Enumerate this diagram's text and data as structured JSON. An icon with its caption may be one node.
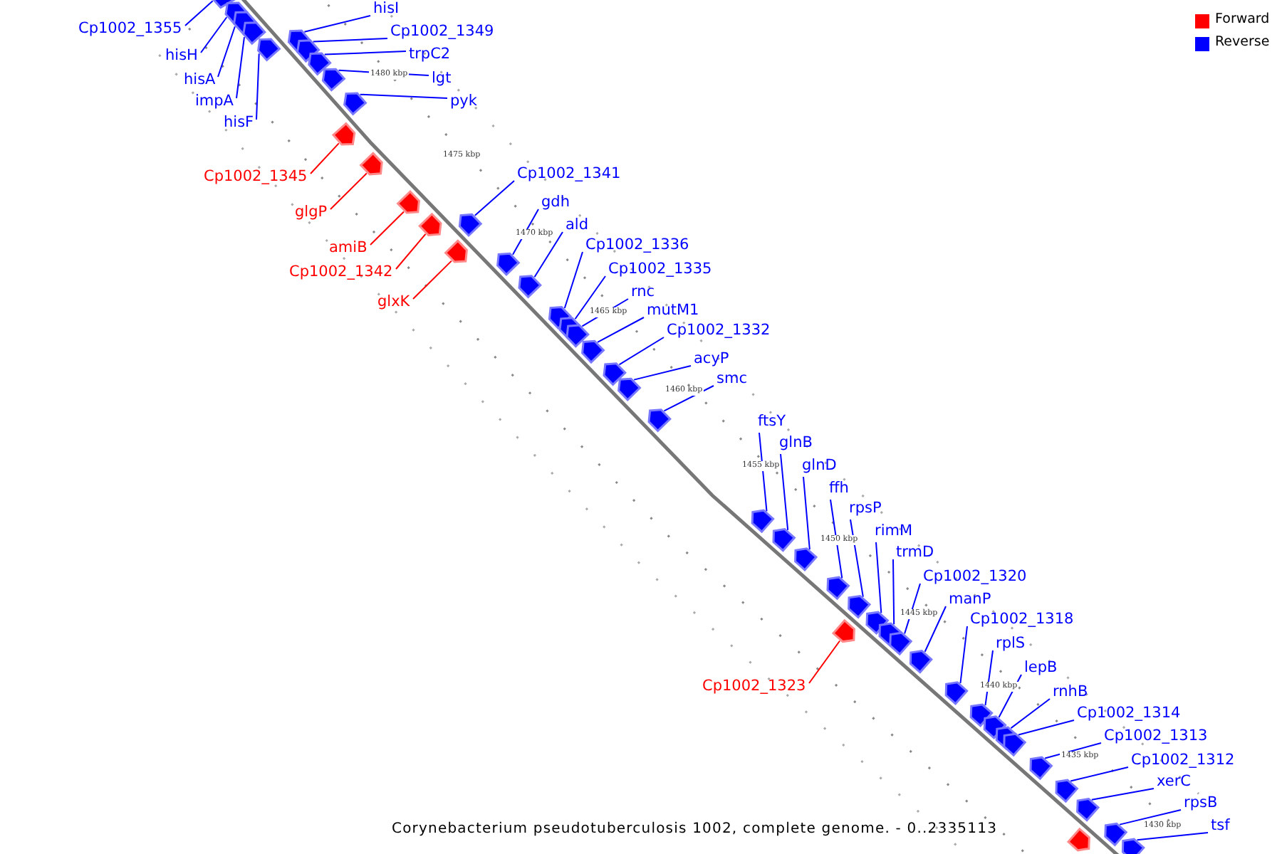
{
  "diagram": {
    "caption": "Corynebacterium pseudotuberculosis 1002, complete genome. - 0..2335113",
    "nodes": [
      {
        "text": [
          "Cp1002_1355"
        ]
      },
      {
        "text": [
          "hisI"
        ]
      },
      {
        "text": [
          "Cp1002_1349"
        ]
      },
      {
        "text": [
          "trpC2"
        ]
      },
      {
        "text": [
          "hisH"
        ]
      },
      {
        "text": [
          "lgt"
        ]
      },
      {
        "text": [
          "hisA"
        ]
      },
      {
        "text": [
          "impA"
        ]
      },
      {
        "text": [
          "pyk"
        ]
      },
      {
        "text": [
          "hisF"
        ]
      },
      {
        "text": [
          "Cp1002_1341"
        ]
      },
      {
        "text": [
          "Cp1002_1345"
        ]
      },
      {
        "text": [
          "gdh"
        ]
      },
      {
        "text": [
          "glgP"
        ]
      },
      {
        "text": [
          "ald"
        ]
      },
      {
        "text": [
          "Cp1002_1336"
        ]
      },
      {
        "text": [
          "amiB"
        ]
      },
      {
        "text": [
          "Cp1002_1335"
        ]
      },
      {
        "text": [
          "Cp1002_1342"
        ]
      },
      {
        "text": [
          "rnc"
        ]
      },
      {
        "text": [
          "glxK"
        ]
      },
      {
        "text": [
          "mutM1"
        ]
      },
      {
        "text": [
          "Cp1002_1332"
        ]
      },
      {
        "text": [
          "acyP"
        ]
      },
      {
        "text": [
          "smc"
        ]
      },
      {
        "text": [
          "ftsY"
        ]
      },
      {
        "text": [
          "glnB"
        ]
      },
      {
        "text": [
          "glnD"
        ]
      },
      {
        "text": [
          "ffh"
        ]
      },
      {
        "text": [
          "rpsP"
        ]
      },
      {
        "text": [
          "rimM"
        ]
      },
      {
        "text": [
          "trmD"
        ]
      },
      {
        "text": [
          "Cp1002_1320"
        ]
      },
      {
        "text": [
          "manP"
        ]
      },
      {
        "text": [
          "Cp1002_1318"
        ]
      },
      {
        "text": [
          "rplS"
        ]
      },
      {
        "text": [
          "lepB"
        ]
      },
      {
        "text": [
          "Cp1002_1323"
        ]
      },
      {
        "text": [
          "rnhB"
        ]
      },
      {
        "text": [
          "Cp1002_1314"
        ]
      },
      {
        "text": [
          "Cp1002_1313"
        ]
      },
      {
        "text": [
          "Cp1002_1312"
        ]
      },
      {
        "text": [
          "xerC"
        ]
      },
      {
        "text": [
          "rpsB"
        ]
      },
      {
        "text": [
          "tsf"
        ]
      },
      {
        "text": [],
        "shape": "pentagon"
      },
      {
        "text": [],
        "shape": "pentagon"
      },
      {
        "text": [],
        "shape": "pentagon"
      },
      {
        "text": [],
        "shape": "pentagon"
      },
      {
        "text": [],
        "shape": "pentagon"
      },
      {
        "text": [],
        "shape": "pentagon"
      },
      {
        "text": [],
        "shape": "pentagon"
      },
      {
        "text": [],
        "shape": "pentagon"
      },
      {
        "text": [],
        "shape": "pentagon"
      },
      {
        "text": [],
        "shape": "pentagon"
      },
      {
        "text": [],
        "shape": "pentagon"
      },
      {
        "text": [],
        "shape": "pentagon"
      },
      {
        "text": [],
        "shape": "pentagon"
      },
      {
        "text": [],
        "shape": "pentagon"
      },
      {
        "text": [],
        "shape": "pentagon"
      },
      {
        "text": [],
        "shape": "pentagon"
      },
      {
        "text": [],
        "shape": "pentagon"
      },
      {
        "text": [],
        "shape": "pentagon"
      },
      {
        "text": [],
        "shape": "pentagon"
      },
      {
        "text": [],
        "shape": "pentagon"
      },
      {
        "text": [],
        "shape": "pentagon"
      },
      {
        "text": [],
        "shape": "pentagon"
      },
      {
        "text": [],
        "shape": "pentagon"
      },
      {
        "text": [],
        "shape": "pentagon"
      },
      {
        "text": [],
        "shape": "pentagon"
      },
      {
        "text": [],
        "shape": "pentagon"
      },
      {
        "text": [],
        "shape": "pentagon"
      },
      {
        "text": [],
        "shape": "pentagon"
      },
      {
        "text": [],
        "shape": "pentagon"
      },
      {
        "text": [],
        "shape": "pentagon"
      },
      {
        "text": [],
        "shape": "pentagon"
      },
      {
        "text": [],
        "shape": "pentagon"
      },
      {
        "text": [],
        "shape": "pentagon"
      },
      {
        "text": [],
        "shape": "pentagon"
      },
      {
        "text": [],
        "shape": "pentagon"
      },
      {
        "text": [],
        "shape": "pentagon"
      },
      {
        "text": [],
        "shape": "pentagon"
      },
      {
        "text": [],
        "shape": "pentagon"
      },
      {
        "text": [],
        "shape": "pentagon"
      },
      {
        "text": [],
        "shape": "pentagon"
      },
      {
        "text": [],
        "shape": "pentagon"
      },
      {
        "text": [],
        "shape": "pentagon"
      },
      {
        "text": [],
        "shape": "pentagon"
      },
      {
        "text": [],
        "shape": "pentagon"
      },
      {
        "text": [],
        "shape": "pentagon"
      },
      {
        "text": [],
        "shape": "pentagon"
      }
    ],
    "edges": [
      {
        "from": 0,
        "to": 45,
        "arrow": "none"
      },
      {
        "from": 1,
        "to": 46,
        "arrow": "none"
      },
      {
        "from": 2,
        "to": 47,
        "arrow": "none"
      },
      {
        "from": 3,
        "to": 48,
        "arrow": "none"
      },
      {
        "from": 4,
        "to": 49,
        "arrow": "none"
      },
      {
        "from": 5,
        "to": 50,
        "arrow": "none"
      },
      {
        "from": 6,
        "to": 51,
        "arrow": "none"
      },
      {
        "from": 7,
        "to": 52,
        "arrow": "none"
      },
      {
        "from": 8,
        "to": 53,
        "arrow": "none"
      },
      {
        "from": 9,
        "to": 54,
        "arrow": "none"
      },
      {
        "from": 10,
        "to": 55,
        "arrow": "none"
      },
      {
        "from": 11,
        "to": 56,
        "arrow": "none",
        "color": "#ff0000"
      },
      {
        "from": 12,
        "to": 57,
        "arrow": "none"
      },
      {
        "from": 13,
        "to": 58,
        "arrow": "none",
        "color": "#ff0000"
      },
      {
        "from": 14,
        "to": 59,
        "arrow": "none"
      },
      {
        "from": 15,
        "to": 60,
        "arrow": "none"
      },
      {
        "from": 16,
        "to": 61,
        "arrow": "none",
        "color": "#ff0000"
      },
      {
        "from": 17,
        "to": 62,
        "arrow": "none"
      },
      {
        "from": 18,
        "to": 63,
        "arrow": "none",
        "color": "#ff0000"
      },
      {
        "from": 19,
        "to": 64,
        "arrow": "none"
      },
      {
        "from": 20,
        "to": 65,
        "arrow": "none",
        "color": "#ff0000"
      },
      {
        "from": 21,
        "to": 66,
        "arrow": "none"
      },
      {
        "from": 22,
        "to": 67,
        "arrow": "none"
      },
      {
        "from": 23,
        "to": 68,
        "arrow": "none"
      },
      {
        "from": 24,
        "to": 69,
        "arrow": "none"
      },
      {
        "from": 25,
        "to": 70,
        "arrow": "none"
      },
      {
        "from": 26,
        "to": 71,
        "arrow": "none"
      },
      {
        "from": 27,
        "to": 72,
        "arrow": "none"
      },
      {
        "from": 28,
        "to": 73,
        "arrow": "none"
      },
      {
        "from": 29,
        "to": 74,
        "arrow": "none"
      },
      {
        "from": 30,
        "to": 75,
        "arrow": "none"
      },
      {
        "from": 31,
        "to": 76,
        "arrow": "none"
      },
      {
        "from": 32,
        "to": 77,
        "arrow": "none"
      },
      {
        "from": 33,
        "to": 78,
        "arrow": "none"
      },
      {
        "from": 34,
        "to": 79,
        "arrow": "none"
      },
      {
        "from": 35,
        "to": 80,
        "arrow": "none"
      },
      {
        "from": 36,
        "to": 81,
        "arrow": "none"
      },
      {
        "from": 37,
        "to": 82,
        "arrow": "none",
        "color": "#ff0000"
      },
      {
        "from": 38,
        "to": 83,
        "arrow": "none"
      },
      {
        "from": 39,
        "to": 84,
        "arrow": "none"
      },
      {
        "from": 40,
        "to": 85,
        "arrow": "none"
      },
      {
        "from": 41,
        "to": 86,
        "arrow": "none"
      },
      {
        "from": 42,
        "to": 87,
        "arrow": "none"
      },
      {
        "from": 43,
        "to": 88,
        "arrow": "none"
      },
      {
        "from": 44,
        "to": 89,
        "arrow": "none"
      }
    ],
    "labels": [
      "1480 kbp",
      "1475 kbp",
      "1470 kbp",
      "1465 kbp",
      "1460 kbp",
      "1455 kbp",
      "1450 kbp",
      "1445 kbp",
      "1440 kbp",
      "1435 kbp",
      "1430 kbp"
    ],
    "legend": [
      {
        "text": "Forward",
        "color": "#ff0000"
      },
      {
        "text": "Reverse",
        "color": "#0000ff"
      }
    ]
  }
}
